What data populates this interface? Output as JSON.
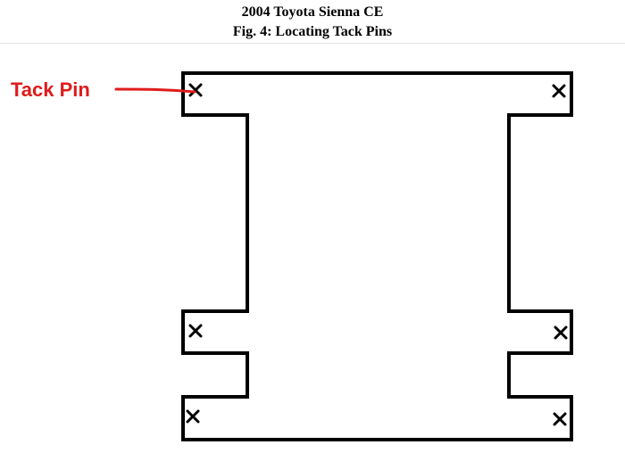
{
  "header": {
    "title": "2004 Toyota Sienna CE",
    "subtitle": "Fig. 4: Locating Tack Pins"
  },
  "diagram": {
    "callout": {
      "label": "Tack Pin",
      "color": "#e01b1b"
    },
    "outline_color": "#000000",
    "marker_symbol": "×",
    "marker_count": 6
  }
}
